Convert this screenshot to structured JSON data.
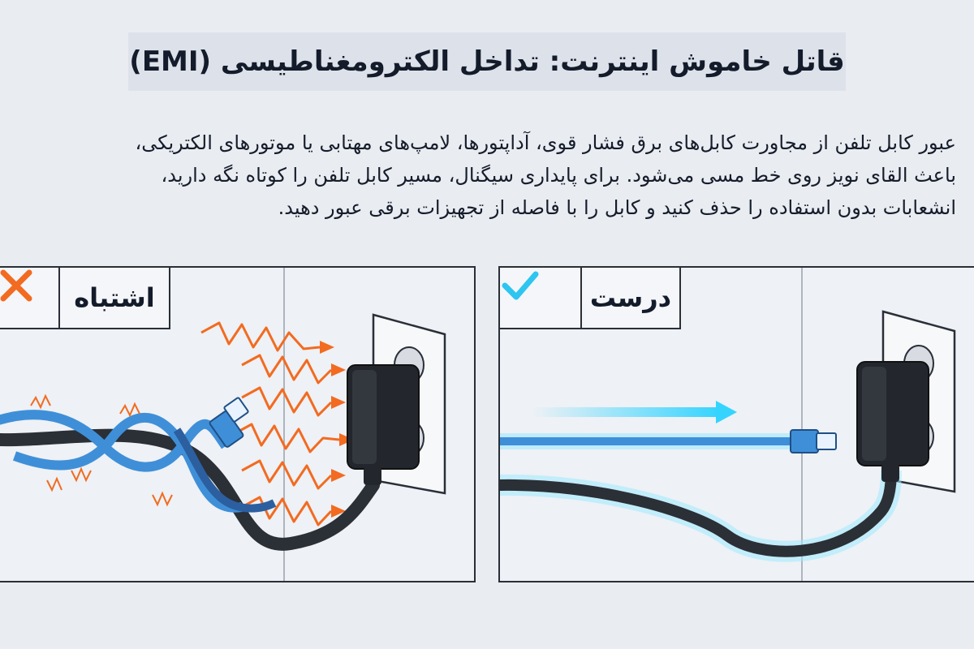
{
  "title": "قاتل خاموش اینترنت: تداخل الکترومغناطیسی (EMI)",
  "description": "عبور کابل تلفن از مجاورت کابل‌های برق فشار قوی، آداپتورها، لامپ‌های مهتابی یا موتورهای الکتریکی، باعث القای نویز روی خط مسی می‌شود. برای پایداری سیگنال، مسیر کابل تلفن را کوتاه نگه دارید، انشعابات بدون استفاده را حذف کنید و کابل را با فاصله از تجهیزات برقی عبور دهید.",
  "panels": {
    "wrong": {
      "label": "اشتباه",
      "icon": "x-icon",
      "color": "#f26b21"
    },
    "right": {
      "label": "درست",
      "icon": "check-icon",
      "color": "#2ec5f0"
    }
  },
  "colors": {
    "cable_blue": "#3f8fd8",
    "power_cable": "#2b2f36",
    "noise_orange": "#f26b21",
    "signal_cyan": "#35d4ff"
  }
}
